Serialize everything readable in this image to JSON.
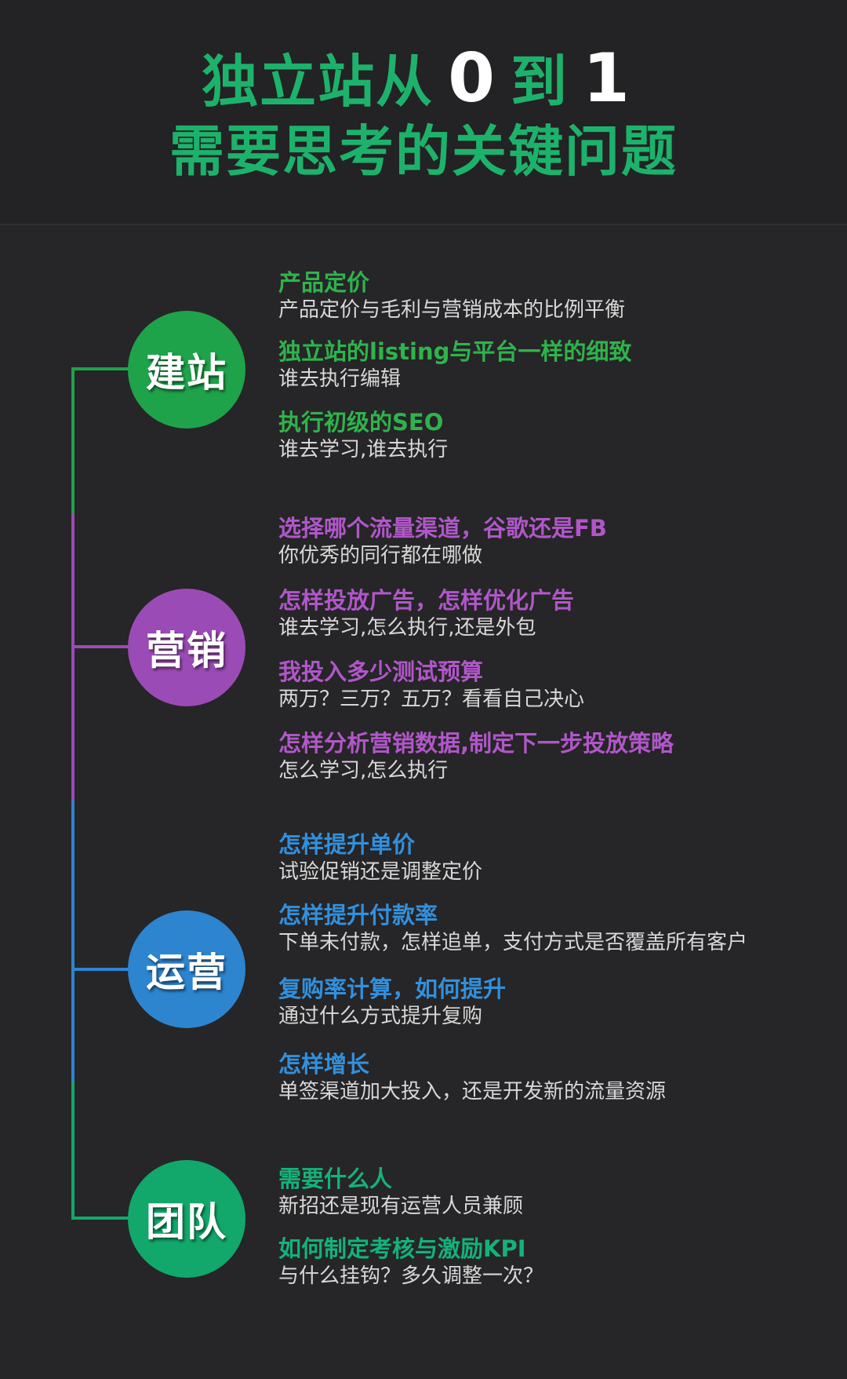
{
  "title": {
    "line1_prefix": "独立站从",
    "line1_from": "0",
    "line1_mid": "到",
    "line1_to": "1",
    "line2": "需要思考的关键问题"
  },
  "colors": {
    "green": "#1fa34a",
    "purple": "#9b4bb5",
    "blue": "#2d85cf",
    "teal": "#12a86b"
  },
  "sections": [
    {
      "name": "建站",
      "items": [
        {
          "title": "产品定价",
          "desc": "产品定价与毛利与营销成本的比例平衡"
        },
        {
          "title": "独立站的listing与平台一样的细致",
          "desc": "谁去执行编辑"
        },
        {
          "title": "执行初级的SEO",
          "desc": "谁去学习,谁去执行"
        }
      ]
    },
    {
      "name": "营销",
      "items": [
        {
          "title": "选择哪个流量渠道，谷歌还是FB",
          "desc": "你优秀的同行都在哪做"
        },
        {
          "title": "怎样投放广告，怎样优化广告",
          "desc": "谁去学习,怎么执行,还是外包"
        },
        {
          "title": "我投入多少测试预算",
          "desc": "两万？三万？五万？看看自己决心"
        },
        {
          "title": "怎样分析营销数据,制定下一步投放策略",
          "desc": "怎么学习,怎么执行"
        }
      ]
    },
    {
      "name": "运营",
      "items": [
        {
          "title": "怎样提升单价",
          "desc": "试验促销还是调整定价"
        },
        {
          "title": "怎样提升付款率",
          "desc": "下单未付款，怎样追单，支付方式是否覆盖所有客户"
        },
        {
          "title": "复购率计算，如何提升",
          "desc": "通过什么方式提升复购"
        },
        {
          "title": "怎样增长",
          "desc": "单签渠道加大投入，还是开发新的流量资源"
        }
      ]
    },
    {
      "name": "团队",
      "items": [
        {
          "title": "需要什么人",
          "desc": "新招还是现有运营人员兼顾"
        },
        {
          "title": "如何制定考核与激励KPI",
          "desc": "与什么挂钩？多久调整一次？"
        }
      ]
    }
  ]
}
